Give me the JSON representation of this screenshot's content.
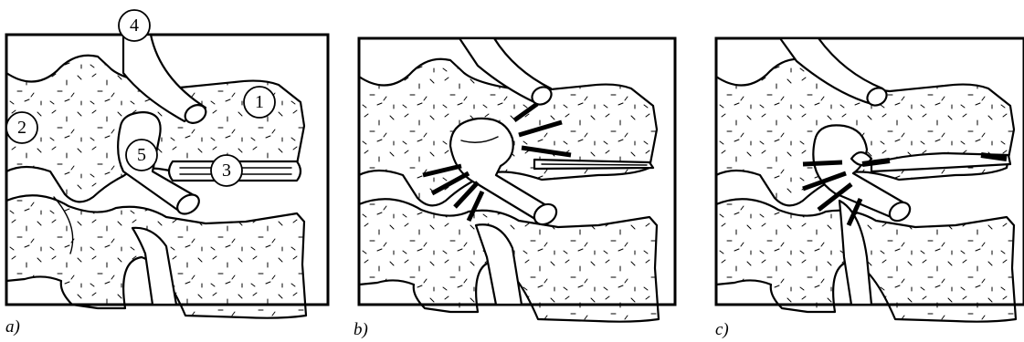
{
  "panels": [
    {
      "id": "a",
      "caption": "a)"
    },
    {
      "id": "b",
      "caption": "b)"
    },
    {
      "id": "c",
      "caption": "c)"
    }
  ],
  "labels": {
    "l1": "1",
    "l2": "2",
    "l3": "3",
    "l4": "4",
    "l5": "5"
  }
}
